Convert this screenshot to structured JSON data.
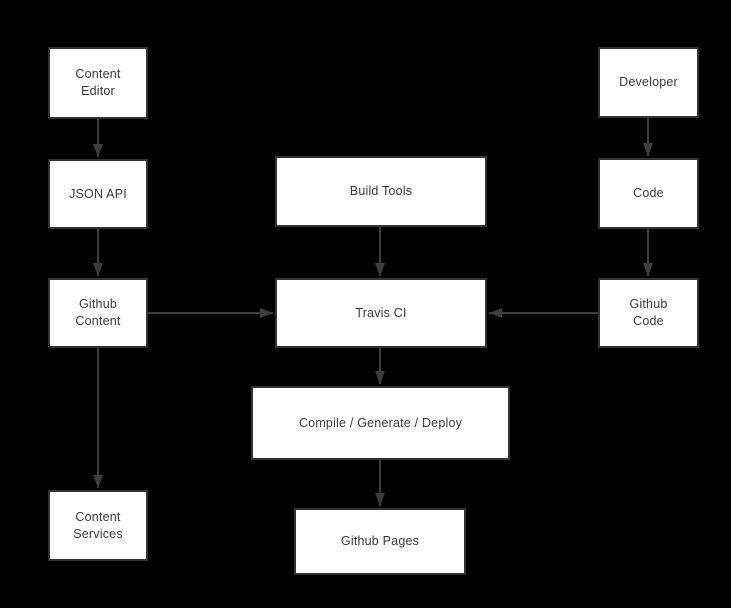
{
  "diagram": {
    "background_color": "#000000",
    "node_fill_color": "#ffffff",
    "node_border_color": "#333333",
    "text_color": "#3a3a3a",
    "arrow_color": "#3d3d3d",
    "nodes": {
      "content_editor": {
        "label": "Content\nEditor"
      },
      "json_api": {
        "label": "JSON API"
      },
      "github_content": {
        "label": "Github\nContent"
      },
      "content_services": {
        "label": "Content\nServices"
      },
      "build_tools": {
        "label": "Build Tools"
      },
      "travis_ci": {
        "label": "Travis CI"
      },
      "compile": {
        "label": "Compile / Generate / Deploy"
      },
      "github_pages": {
        "label": "Github Pages"
      },
      "developer": {
        "label": "Developer"
      },
      "code": {
        "label": "Code"
      },
      "github_code": {
        "label": "Github\nCode"
      }
    },
    "edges": [
      {
        "from": "Content Editor",
        "to": "JSON API"
      },
      {
        "from": "JSON API",
        "to": "Github Content"
      },
      {
        "from": "Github Content",
        "to": "Content Services"
      },
      {
        "from": "Github Content",
        "to": "Travis CI"
      },
      {
        "from": "Build Tools",
        "to": "Travis CI"
      },
      {
        "from": "Developer",
        "to": "Code"
      },
      {
        "from": "Code",
        "to": "Github Code"
      },
      {
        "from": "Github Code",
        "to": "Travis CI"
      },
      {
        "from": "Travis CI",
        "to": "Compile / Generate / Deploy"
      },
      {
        "from": "Compile / Generate / Deploy",
        "to": "Github Pages"
      }
    ]
  }
}
